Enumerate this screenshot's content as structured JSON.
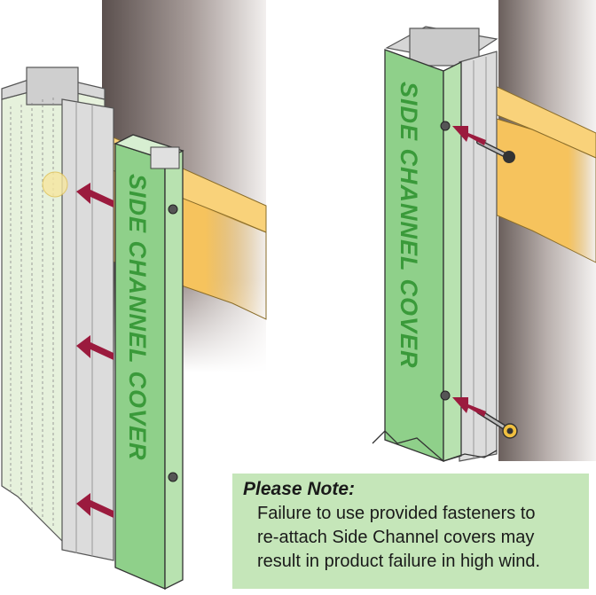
{
  "labels": {
    "left_cover": "SIDE CHANNEL COVER",
    "right_cover": "SIDE CHANNEL COVER"
  },
  "note": {
    "title": "Please Note:",
    "lines": [
      "Failure to use provided fasteners to",
      "re-attach Side Channel covers may",
      "result in product failure in high wind."
    ]
  },
  "colors": {
    "cover_green": "#8fd08a",
    "beam_orange": "#f6c35d",
    "arrow_maroon": "#9b1b3e",
    "note_background": "#c5e6b9",
    "wall_shadow": "#5a4f4d"
  }
}
